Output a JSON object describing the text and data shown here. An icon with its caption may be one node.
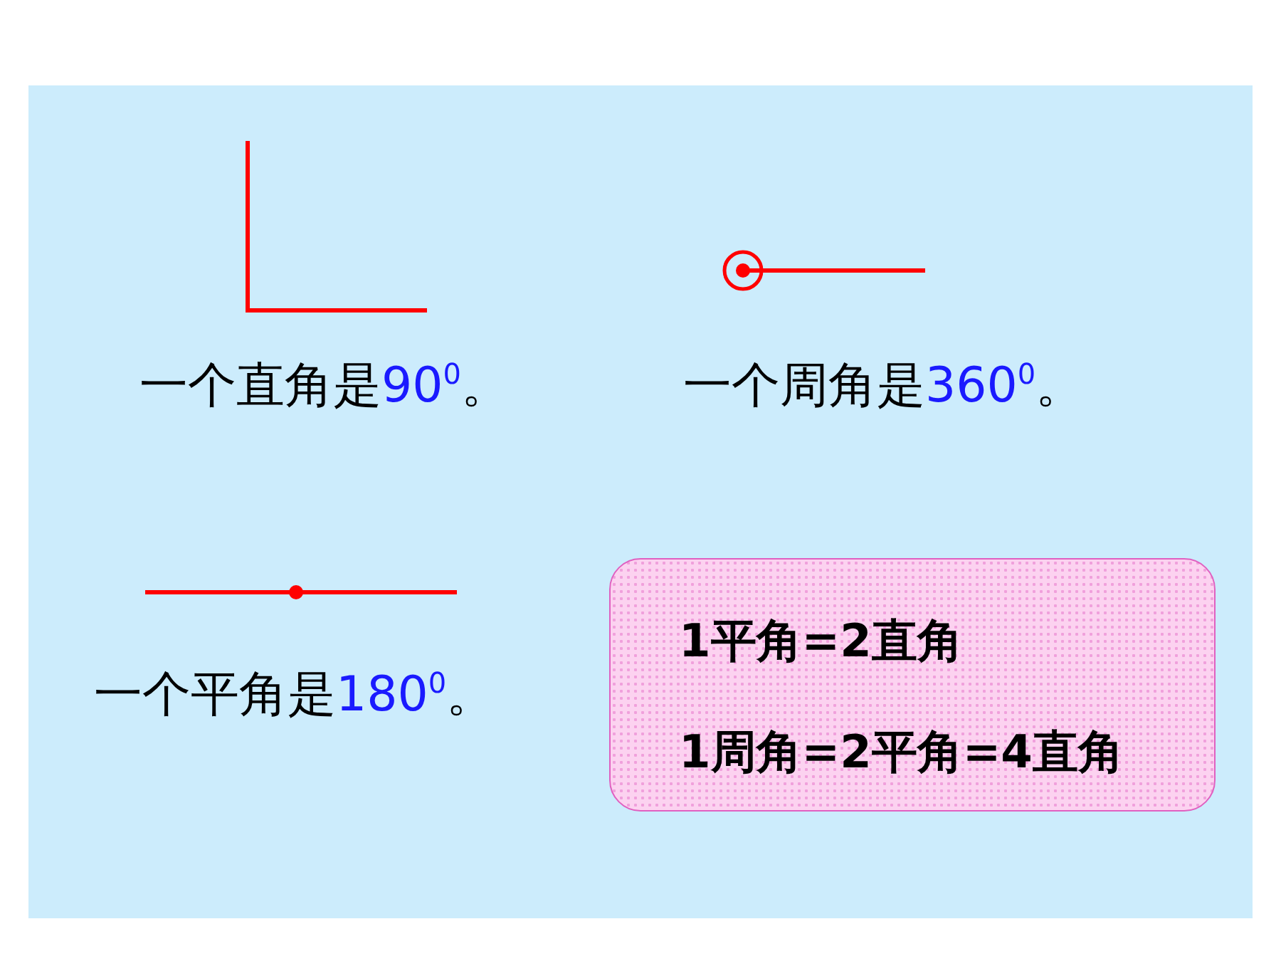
{
  "diagram": {
    "nodes": [
      {
        "text": [
          "1平角=2直角",
          "1周角=2平角=4直角"
        ]
      }
    ],
    "labels": [
      "一个直角是90$^{0}$。",
      "一个周角是360$^{0}$。",
      "一个平角是180$^{0}$。"
    ]
  }
}
